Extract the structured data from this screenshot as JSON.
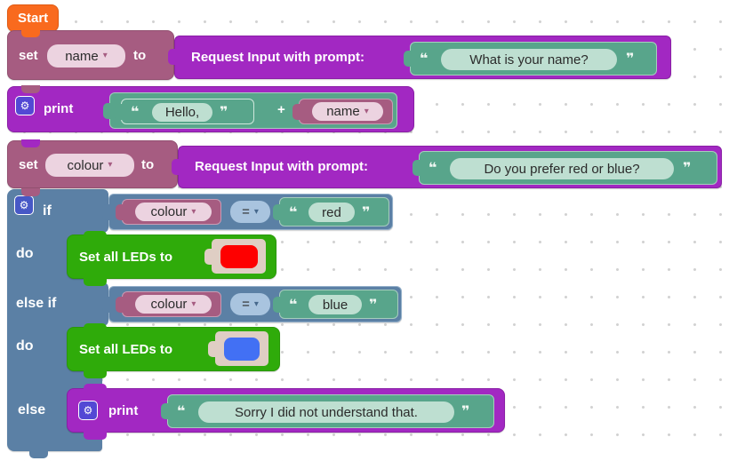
{
  "icons": {
    "gear": "⚙",
    "dropdown": "▾"
  },
  "quotes": {
    "open": "❝",
    "close": "❞"
  },
  "palette": {
    "start_orange": "#f96a1e",
    "variable_mauve": "#a65c81",
    "text_teal": "#58a58b",
    "procedure_purple": "#a228c2",
    "logic_blue": "#5b80a5",
    "led_green": "#2fab0a",
    "led_slot_beige": "#dfcec4",
    "led_red_value": "#fe0000",
    "led_blue_value": "#4270f4"
  },
  "blocks": {
    "start": {
      "label": "Start"
    },
    "set_name": {
      "set": "set",
      "variable": "name",
      "to": "to"
    },
    "request_name": {
      "label": "Request Input with prompt:",
      "prompt": "What is your name?"
    },
    "print_hello": {
      "label": "print",
      "text": "Hello,",
      "operator": "+",
      "variable": "name"
    },
    "set_colour": {
      "set": "set",
      "variable": "colour",
      "to": "to"
    },
    "request_colour": {
      "label": "Request Input with prompt:",
      "prompt": "Do you prefer red or blue?"
    },
    "if_block": {
      "if": "if",
      "do": "do",
      "else_if": "else if",
      "else": "else"
    },
    "cond_red": {
      "variable": "colour",
      "operator": "=",
      "value": "red"
    },
    "cond_blue": {
      "variable": "colour",
      "operator": "=",
      "value": "blue"
    },
    "led_red": {
      "label": "Set all LEDs to"
    },
    "led_blue": {
      "label": "Set all LEDs to"
    },
    "print_sorry": {
      "label": "print",
      "text": "Sorry I did not understand that."
    }
  }
}
